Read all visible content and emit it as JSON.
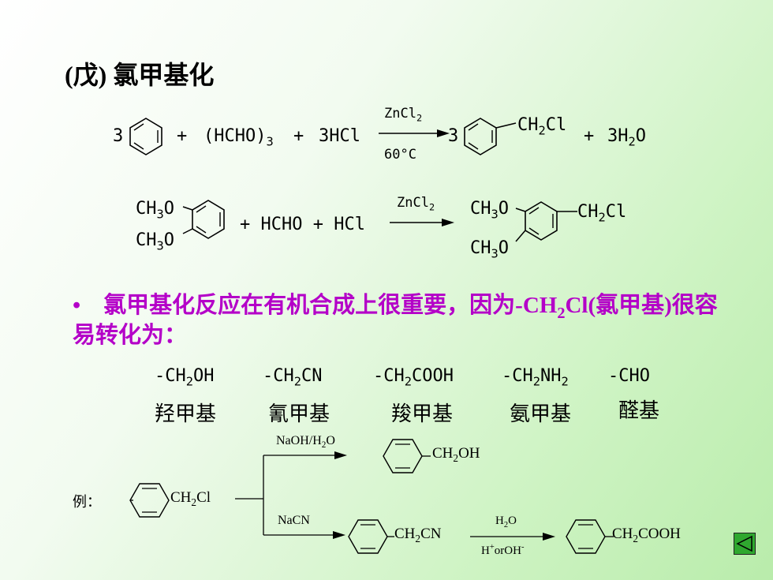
{
  "title": "(戊) 氯甲基化",
  "reaction1": {
    "coef_benzene": "3",
    "plus1": "+",
    "reagent_open": "(HCHO)",
    "reagent_sub": "3",
    "plus2": "+",
    "hcl": "3HCl",
    "catalyst": "ZnCl",
    "catalyst_sub": "2",
    "condition": "60°C",
    "coef_product": "3",
    "product_group": "CH",
    "product_group_sub": "2",
    "product_group_end": "Cl",
    "plus3": "+",
    "water_pre": "3H",
    "water_sub": "2",
    "water_end": "O"
  },
  "reaction2": {
    "sub_top": "CH",
    "sub_top_sub": "3",
    "sub_top_end": "O",
    "sub_bot": "CH",
    "sub_bot_sub": "3",
    "sub_bot_end": "O",
    "reagents": "+ HCHO + HCl",
    "catalyst": "ZnCl",
    "catalyst_sub": "2",
    "prod_top": "CH",
    "prod_top_sub": "3",
    "prod_top_end": "O",
    "prod_bot": "CH",
    "prod_bot_sub": "3",
    "prod_bot_end": "O",
    "prod_group": "CH",
    "prod_group_sub": "2",
    "prod_group_end": "Cl"
  },
  "bullet": {
    "marker": "•",
    "text_a": "氯甲基化反应在有机合成上很重要，因为-CH",
    "text_sub": "2",
    "text_b": "Cl(氯甲基)很容易转化为："
  },
  "groups": [
    {
      "pre": "-CH",
      "sub": "2",
      "post": "OH",
      "name": "羟甲基"
    },
    {
      "pre": "-CH",
      "sub": "2",
      "post": "CN",
      "name": "氰甲基"
    },
    {
      "pre": "-CH",
      "sub": "2",
      "post": "COOH",
      "name": "羧甲基"
    },
    {
      "pre": "-CH",
      "sub": "2",
      "post": "NH",
      "post_sub": "2",
      "name": "氨甲基"
    },
    {
      "pre": "-CHO",
      "sub": "",
      "post": "",
      "name": "醛基"
    }
  ],
  "example": {
    "label": "例：",
    "start_pre": "CH",
    "start_sub": "2",
    "start_post": "Cl",
    "upper_reagent_pre": "NaOH/H",
    "upper_reagent_sub": "2",
    "upper_reagent_post": "O",
    "upper_product_pre": "CH",
    "upper_product_sub": "2",
    "upper_product_post": "OH",
    "lower_reagent": "NaCN",
    "lower_product_pre": "CH",
    "lower_product_sub": "2",
    "lower_product_post": "CN",
    "hydrolysis_top_pre": "H",
    "hydrolysis_top_sub": "2",
    "hydrolysis_top_post": "O",
    "hydrolysis_bot_pre": "H",
    "hydrolysis_bot_sup": "+",
    "hydrolysis_bot_mid": "orOH",
    "hydrolysis_bot_sup2": "-",
    "final_pre": "CH",
    "final_sub": "2",
    "final_post": "COOH"
  }
}
